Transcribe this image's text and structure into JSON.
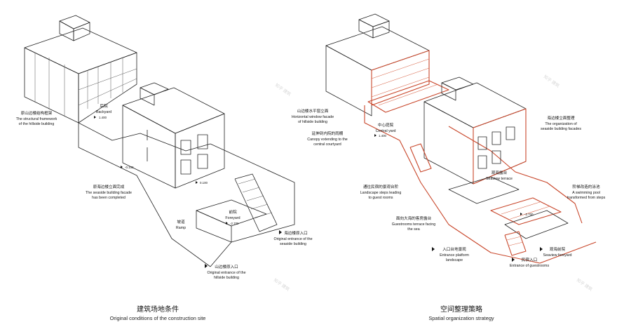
{
  "left_panel": {
    "caption_cn": "建筑场地条件",
    "caption_en": "Original conditions of the construction site",
    "labels": {
      "hillside_frame": {
        "cn": "原山边楼结构框架",
        "en1": "The structural framework",
        "en2": "of the hillside building"
      },
      "backyard": {
        "cn": "后院",
        "en1": "Backyard",
        "level": "1.400"
      },
      "seaside_facade": {
        "cn": "原海边楼立面完成",
        "en1": "The seaside building facade",
        "en2": "has been completed"
      },
      "level_left": {
        "level": "-0.100"
      },
      "level_mid": {
        "level": "0.100"
      },
      "ramp": {
        "cn": "坡道",
        "en1": "Ramp"
      },
      "foreyard": {
        "cn": "前院",
        "en1": "Foreyard",
        "level": "-2.700"
      },
      "seaside_entrance": {
        "cn": "海边楼原入口",
        "en1": "Original entrance of the",
        "en2": "seaside building"
      },
      "hillside_entrance": {
        "cn": "山边楼原入口",
        "en1": "Original entrance of the",
        "en2": "hillside building"
      }
    }
  },
  "right_panel": {
    "caption_cn": "空间整理策略",
    "caption_en": "Spatial organization strategy",
    "labels": {
      "window_facade": {
        "cn": "山边楼水平窗立面",
        "en1": "Horizontal window facade",
        "en2": "of hillside building"
      },
      "central_yard": {
        "cn": "中心庭院",
        "en1": "Central yard",
        "level": "1.400"
      },
      "canopy": {
        "cn": "延伸到内院的雨棚",
        "en1": "Canopy extending to the",
        "en2": "central courtyard"
      },
      "facade_org": {
        "cn": "海边楼立面整理",
        "en1": "The organization of",
        "en2": "seaside building facades"
      },
      "seaview_terrace": {
        "cn": "观海露台",
        "en1": "Seaview terrace"
      },
      "landscape_steps": {
        "cn": "通往民宿的景观台阶",
        "en1": "Landscape steps leading",
        "en2": "to guest rooms"
      },
      "pool": {
        "cn": "阶梯改造的泳池",
        "en1": "A swimming pool",
        "en2": "transformed from steps"
      },
      "level_right": {
        "level": "-2.700"
      },
      "guestroom_terrace": {
        "cn": "面向大海的客房露台",
        "en1": "Guestrooms terrace facing",
        "en2": "the sea"
      },
      "entrance_platform": {
        "cn": "入口台地景观",
        "en1": "Entrance platform",
        "en2": "landscape"
      },
      "seaview_foreyard": {
        "cn": "观海前院",
        "en1": "Seaview foreyard"
      },
      "guest_entrance": {
        "cn": "民宿入口",
        "en1": "Entrance of guestrooms"
      }
    }
  },
  "colors": {
    "line": "#222222",
    "accent": "#c8462a",
    "watermark": "#d8d8d8"
  },
  "watermark_text": "知乎 建筑"
}
